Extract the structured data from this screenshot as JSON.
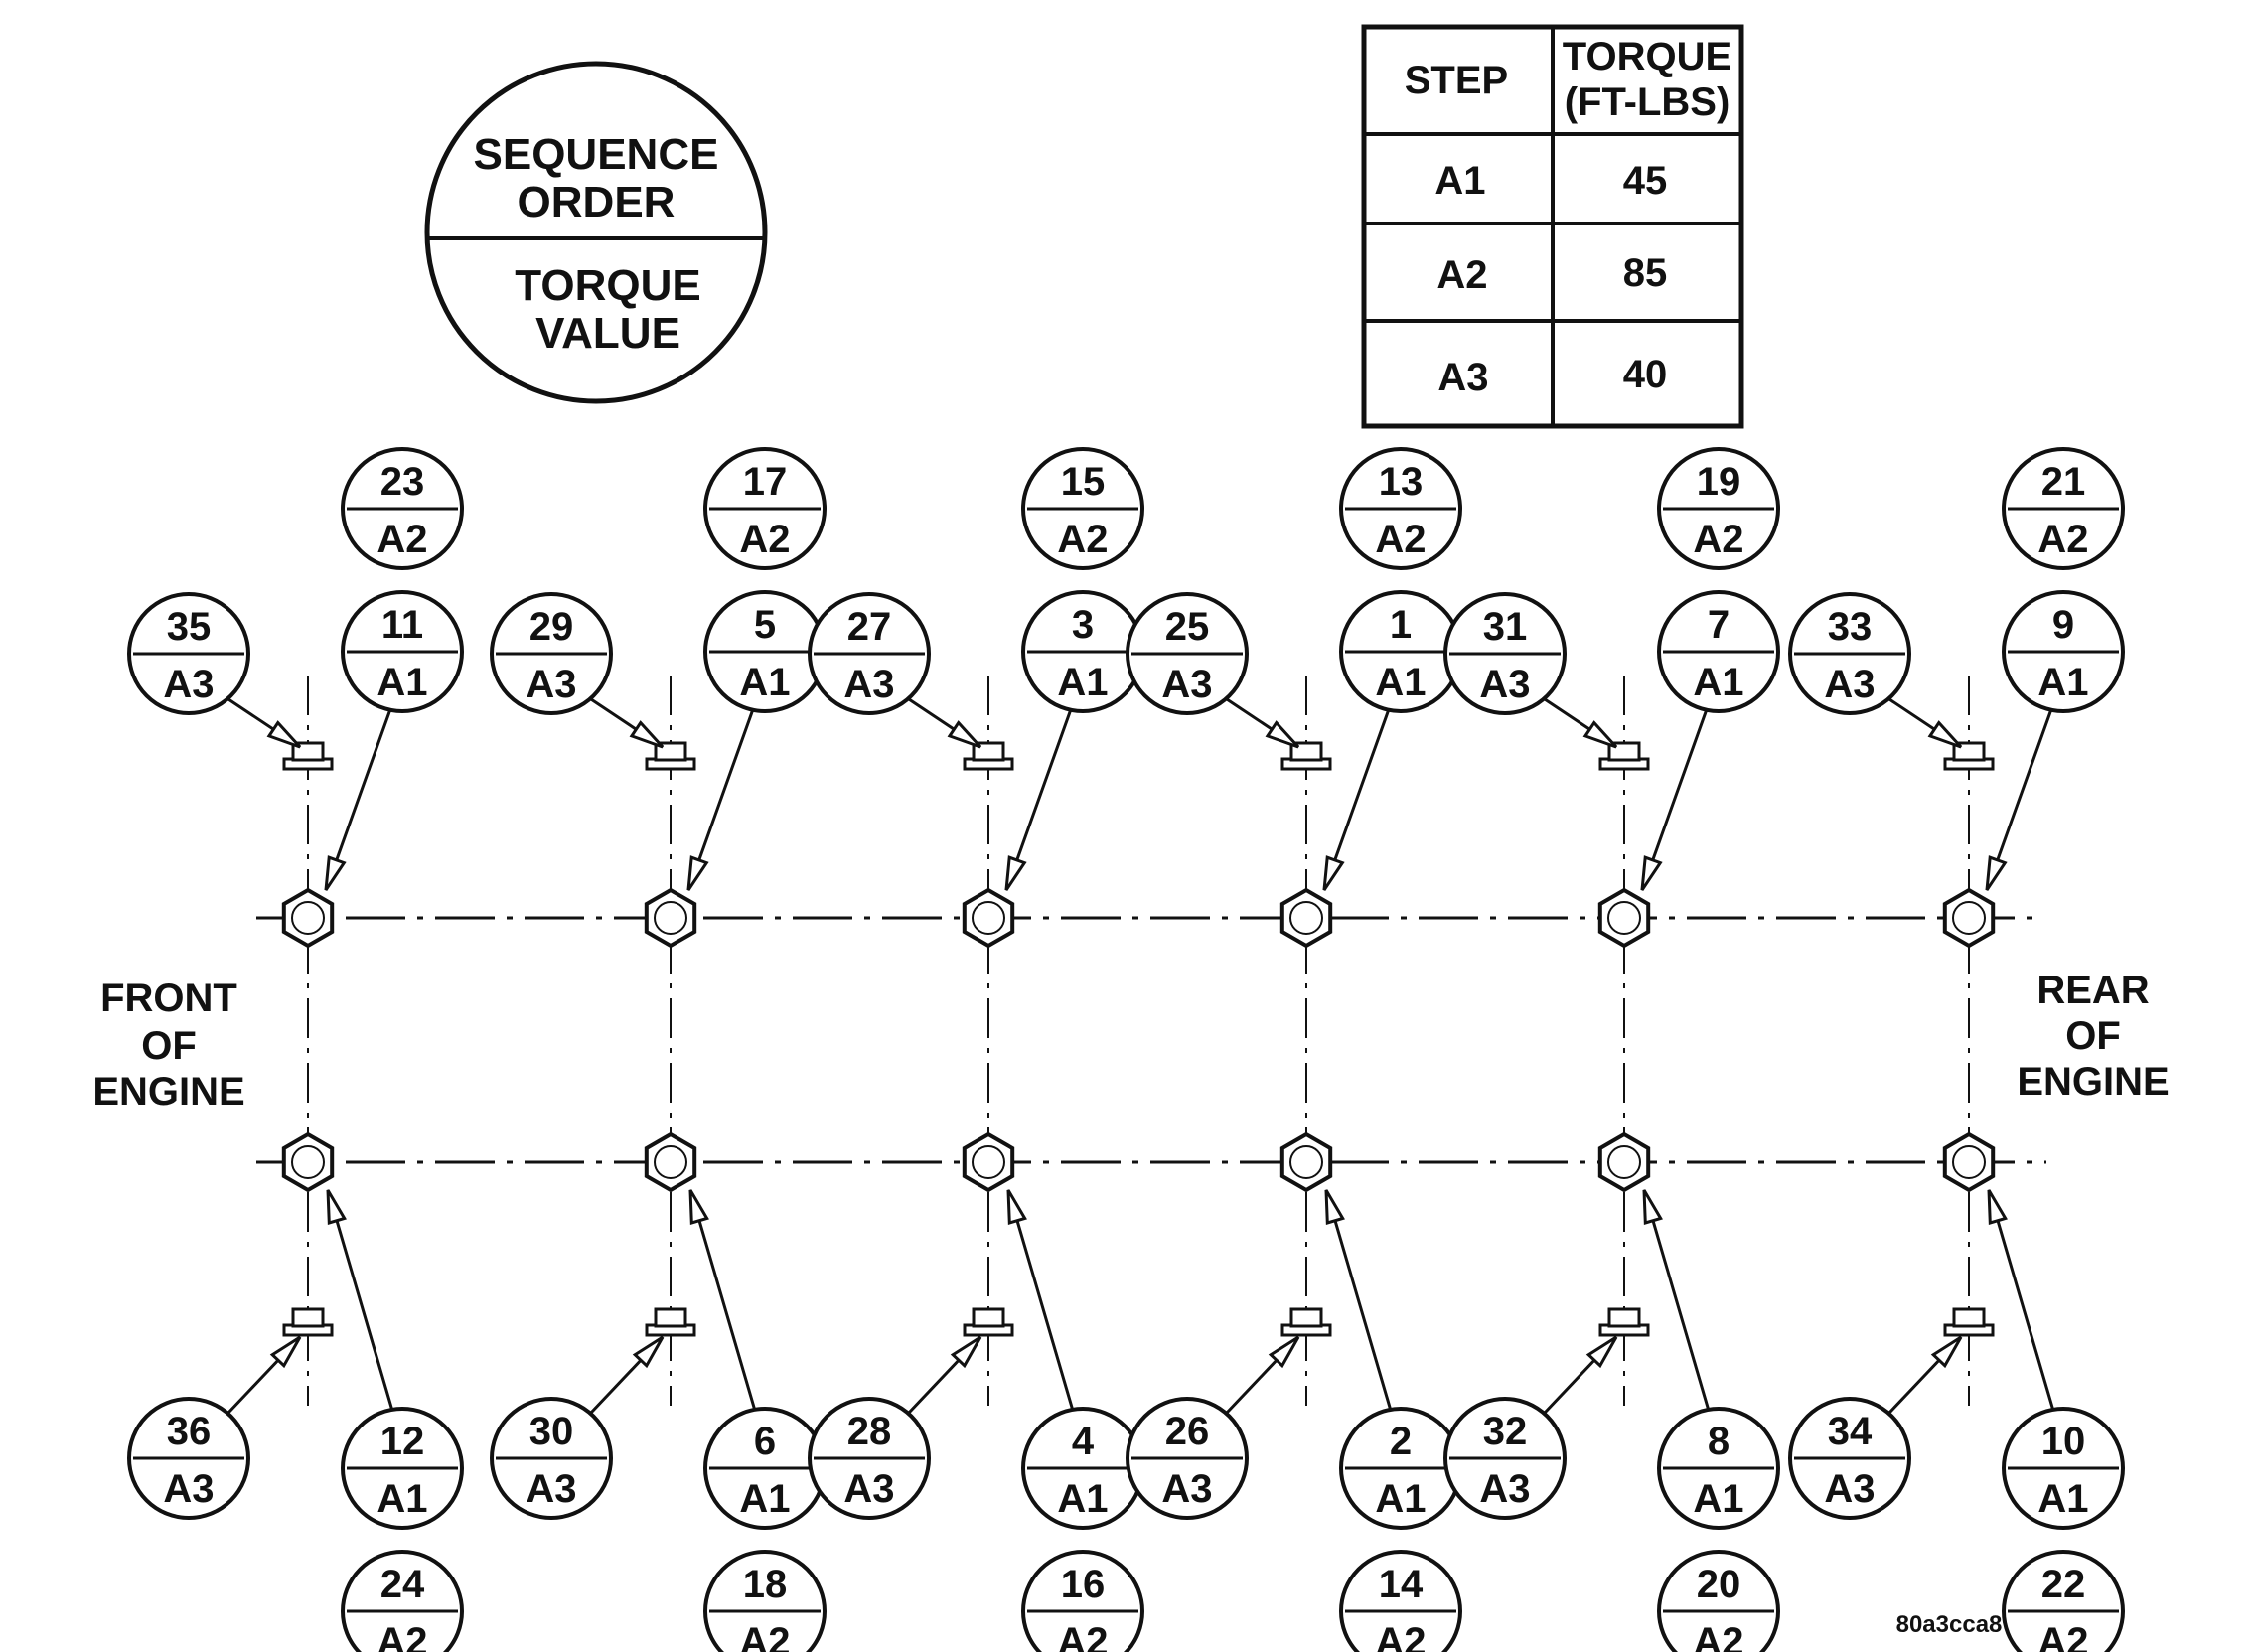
{
  "legend": {
    "top": [
      "SEQUENCE",
      "ORDER"
    ],
    "bottom": [
      "TORQUE",
      "VALUE"
    ]
  },
  "torque_table": {
    "headers": [
      "STEP",
      "TORQUE",
      "(FT-LBS)"
    ],
    "rows": [
      {
        "step": "A1",
        "torque": "45"
      },
      {
        "step": "A2",
        "torque": "85"
      },
      {
        "step": "A3",
        "torque": "40"
      }
    ]
  },
  "labels": {
    "front": [
      "FRONT",
      "OF",
      "ENGINE"
    ],
    "rear": [
      "REAR",
      "OF",
      "ENGINE"
    ],
    "figure_id": "80a3cca8"
  },
  "columns": [
    {
      "top_a2": "23",
      "top_a1": "11",
      "top_a3": "35",
      "bot_a3": "36",
      "bot_a1": "12",
      "bot_a2": "24"
    },
    {
      "top_a2": "17",
      "top_a1": "5",
      "top_a3": "29",
      "bot_a3": "30",
      "bot_a1": "6",
      "bot_a2": "18"
    },
    {
      "top_a2": "15",
      "top_a1": "3",
      "top_a3": "27",
      "bot_a3": "28",
      "bot_a1": "4",
      "bot_a2": "16"
    },
    {
      "top_a2": "13",
      "top_a1": "1",
      "top_a3": "25",
      "bot_a3": "26",
      "bot_a1": "2",
      "bot_a2": "14"
    },
    {
      "top_a2": "19",
      "top_a1": "7",
      "top_a3": "31",
      "bot_a3": "32",
      "bot_a1": "8",
      "bot_a2": "20"
    },
    {
      "top_a2": "21",
      "top_a1": "9",
      "top_a3": "33",
      "bot_a3": "34",
      "bot_a1": "10",
      "bot_a2": "22"
    }
  ],
  "step_codes": {
    "a1": "A1",
    "a2": "A2",
    "a3": "A3"
  }
}
